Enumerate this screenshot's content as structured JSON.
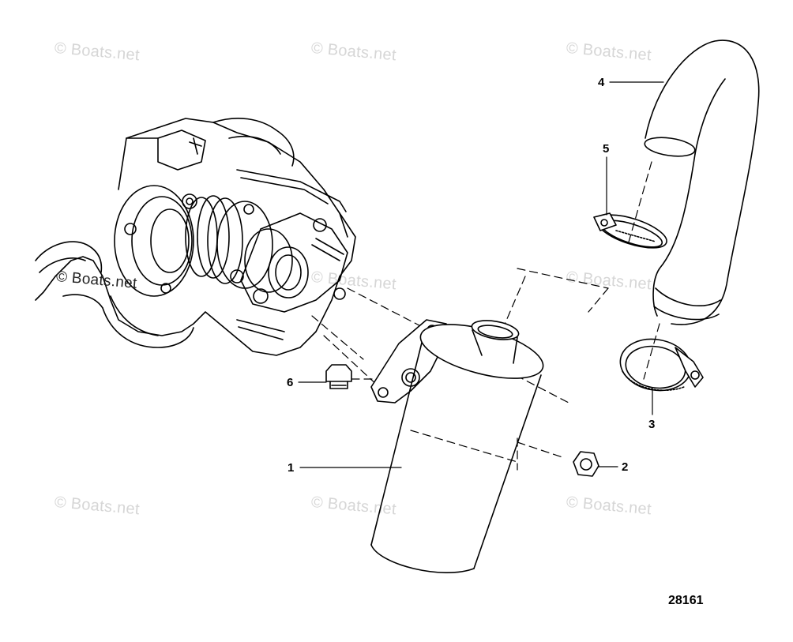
{
  "watermark_text": "© Boats.net",
  "figure_number": "28161",
  "callouts": [
    {
      "id": "1",
      "label": "1"
    },
    {
      "id": "2",
      "label": "2"
    },
    {
      "id": "3",
      "label": "3"
    },
    {
      "id": "4",
      "label": "4"
    },
    {
      "id": "5",
      "label": "5"
    },
    {
      "id": "6",
      "label": "6"
    }
  ],
  "parts": [
    {
      "callout": "1",
      "name": "outlet-elbow-tube"
    },
    {
      "callout": "2",
      "name": "nut"
    },
    {
      "callout": "3",
      "name": "hose-clamp"
    },
    {
      "callout": "4",
      "name": "exhaust-hose"
    },
    {
      "callout": "5",
      "name": "hose-clamp"
    },
    {
      "callout": "6",
      "name": "plug"
    }
  ],
  "colors": {
    "line": "#000000",
    "watermark": "#d6d6d6",
    "background": "#ffffff"
  }
}
